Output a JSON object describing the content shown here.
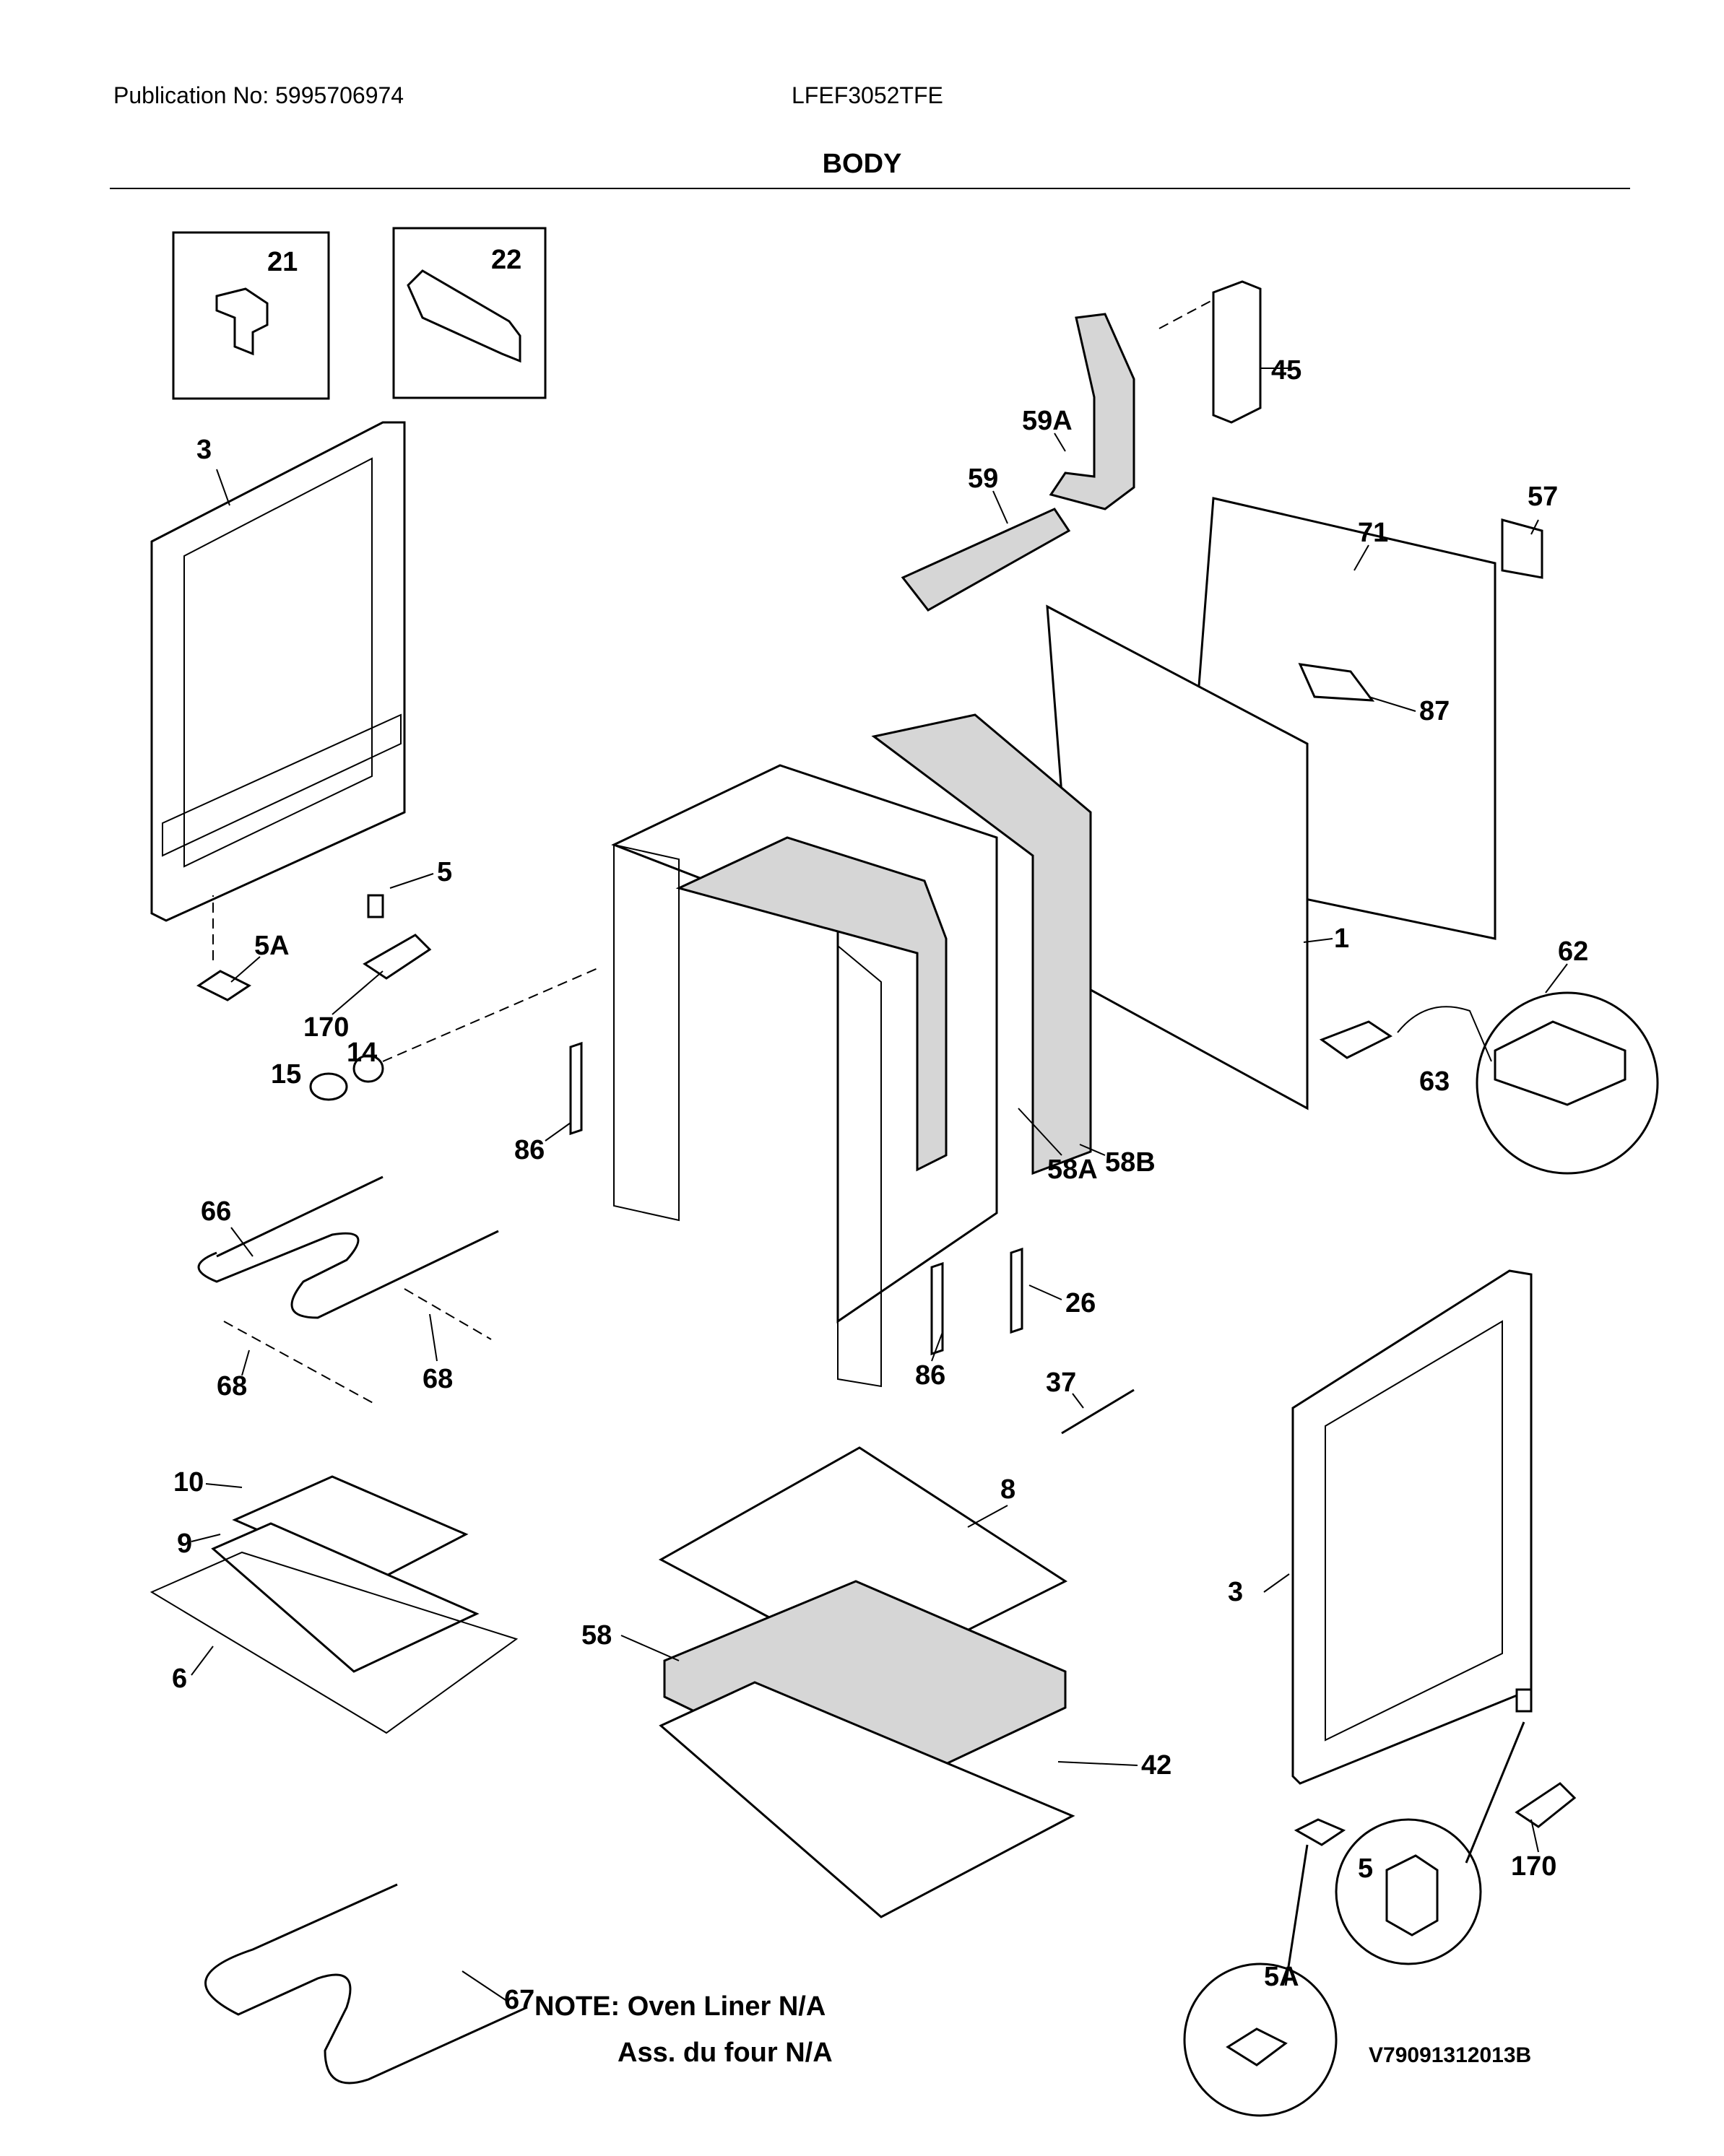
{
  "header": {
    "publication": "Publication No: 5995706974",
    "model": "LFEF3052TFE",
    "section_title": "BODY"
  },
  "callouts": [
    "21",
    "22",
    "45",
    "59A",
    "59",
    "57",
    "71",
    "3",
    "87",
    "5",
    "5A",
    "170",
    "1",
    "62",
    "15",
    "14",
    "63",
    "86",
    "58A",
    "58B",
    "66",
    "26",
    "86",
    "68",
    "68",
    "37",
    "10",
    "8",
    "9",
    "3",
    "58",
    "6",
    "42",
    "170",
    "5",
    "5A",
    "67"
  ],
  "note": {
    "line1": "NOTE: Oven Liner N/A",
    "line2": "Ass. du four N/A"
  },
  "drawing_id": "V79091312013B"
}
